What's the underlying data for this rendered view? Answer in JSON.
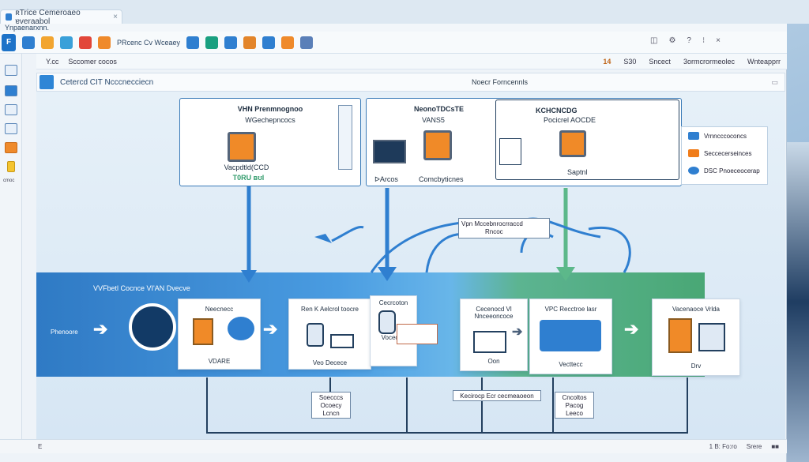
{
  "window": {
    "tab_title": "ʀTrice Cemeroaeo ɐveraabol",
    "subtitle": "Ynpaenarxnn.",
    "sub_heading": "PRcenc Cv Wceaey"
  },
  "ribbon": {
    "main_label": "F",
    "left_items": [
      "Y.cc",
      "Sccomer cocos"
    ],
    "right_icons": [
      "◫",
      "⚙",
      "?",
      "⁝",
      "×"
    ],
    "sub_right": {
      "num": "14",
      "items": [
        "S30",
        "Sncect",
        "3ormcrormeolec",
        "Wnteapprr"
      ]
    }
  },
  "sidebar": {
    "labels": [
      "cmoc"
    ]
  },
  "doc": {
    "title": "Cetercd CIT Ncccnecciecn",
    "center": "Noecr Forncennls",
    "right": "▭"
  },
  "diagram": {
    "top_left": {
      "title": "VHN Prenmnognoo",
      "sub": "WGechepncocs",
      "foot1": "Vacpdtld(CCD",
      "foot2": "T0RU ʙʊl"
    },
    "top_mid": {
      "title": "NeonoTDCsTE",
      "sub": "VANS5",
      "foot1": "ᐅArcos",
      "foot2": "Comcbyticnes"
    },
    "top_right": {
      "title": "KCHCNCDG",
      "sub": "Pocicrel AOCDE",
      "foot": "Saptnl"
    },
    "callout": {
      "line1": "Vpn Mccebnrocrraccd",
      "line2": "Rncoc"
    },
    "band_title": "VVFbetl Cocnce VI'AN Dvecve",
    "band_left": "Phenoore",
    "cards": [
      {
        "title": "Neecnecc",
        "foot": "VDARE"
      },
      {
        "title": "Ren K Aelcrol toocre",
        "foot": "Veo Decece"
      },
      {
        "title": "Cecrcoton",
        "foot": "Vocecen"
      },
      {
        "title": "Cecenocd Vl Nnceeoncoce",
        "foot": "Oon"
      },
      {
        "title": "VPC Recctroe lasr",
        "foot": "Vecttecc"
      },
      {
        "title": "Vacenaoce Vrlda",
        "foot": "Drv"
      }
    ],
    "bottom_labels": [
      "Soecccs Ocoecy Lcncn",
      "Kecirocp Ecr cecmeaoeon",
      "Cncoltos Pacog Leeco"
    ]
  },
  "legend": {
    "items": [
      "Vrnncccoconcs",
      "Seccecerseinces",
      "DSC Pnoeceocerap"
    ],
    "colors": [
      "#2f7fd0",
      "#f07c1a",
      "#2f7fd0"
    ]
  },
  "statusbar": {
    "left": "E",
    "right": [
      "1 B: Fo:ro",
      "Srere",
      "■■"
    ]
  }
}
